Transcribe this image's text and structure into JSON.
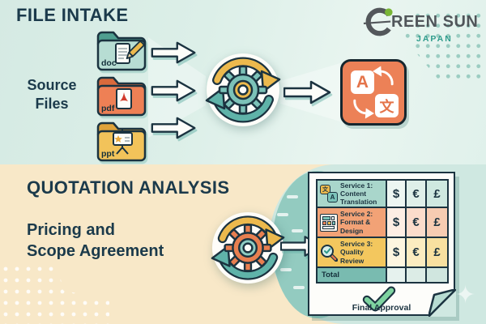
{
  "brand": {
    "wordmark": "REEN SUN",
    "sub": "JAPAN"
  },
  "top": {
    "title": "FILE INTAKE",
    "source_label": "Source Files",
    "folders": [
      {
        "label": "doc"
      },
      {
        "label": "pdf"
      },
      {
        "label": "ppt"
      }
    ],
    "translate": {
      "latin": "A",
      "cjk": "文"
    }
  },
  "bottom": {
    "title": "QUOTATION ANALYSIS",
    "subtitle_line1": "Pricing and",
    "subtitle_line2": "Scope Agreement",
    "table": {
      "rows": [
        {
          "service": "Service 1:",
          "name": "Content Translation",
          "prices": [
            "$",
            "€",
            "£"
          ]
        },
        {
          "service": "Service 2:",
          "name": "Format & Design",
          "prices": [
            "$",
            "€",
            "£"
          ]
        },
        {
          "service": "Service 3:",
          "name": "Quality Review",
          "prices": [
            "$",
            "€",
            "£"
          ]
        }
      ],
      "total_label": "Total"
    },
    "row_icon": {
      "bubble_char": "文",
      "square_char": "A"
    },
    "approval_label": "Final Approval"
  },
  "decor": {
    "sparkle": "✦"
  },
  "colors": {
    "dark_text": "#1b3a4b",
    "top_bg": "#ddeee8",
    "bottom_left_bg": "#f8e8c8",
    "bottom_right_bg": "#cfe8e1",
    "accent_teal": "#5fb3a9",
    "accent_yellow": "#ecb94d",
    "accent_orange": "#e87f50",
    "logo_green": "#79b636",
    "logo_gray": "#53575b",
    "japan_teal": "#2f9c8c",
    "check_green": "#7ed3a0",
    "row1_bg": "#a9d6cb",
    "row2_bg": "#f2a276",
    "row3_bg": "#f3c75e",
    "total_bg": "#79bbb0"
  }
}
